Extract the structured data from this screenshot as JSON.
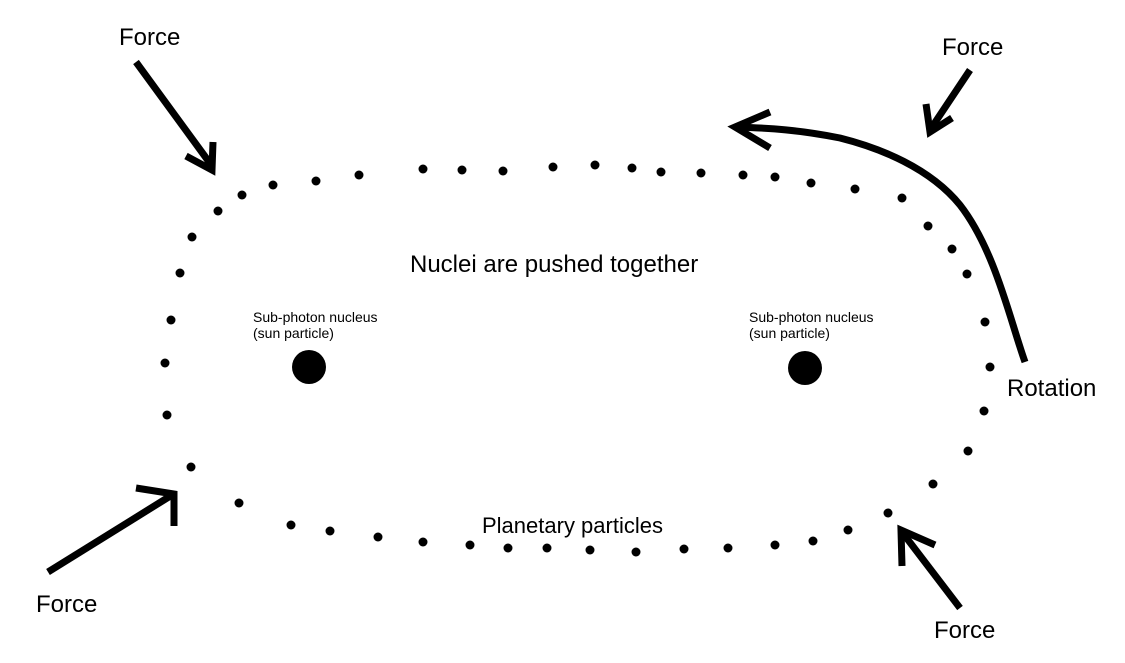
{
  "diagram": {
    "main_label": "Nuclei are pushed together",
    "bottom_label": "Planetary particles",
    "rotation_label": "Rotation",
    "force_labels": {
      "top_left": "Force",
      "top_right": "Force",
      "bottom_left": "Force",
      "bottom_right": "Force"
    },
    "nuclei": [
      {
        "line1": "Sub-photon nucleus",
        "line2": "(sun particle)"
      },
      {
        "line1": "Sub-photon nucleus",
        "line2": "(sun particle)"
      }
    ]
  },
  "colors": {
    "ink": "#000000",
    "background": "#ffffff"
  }
}
